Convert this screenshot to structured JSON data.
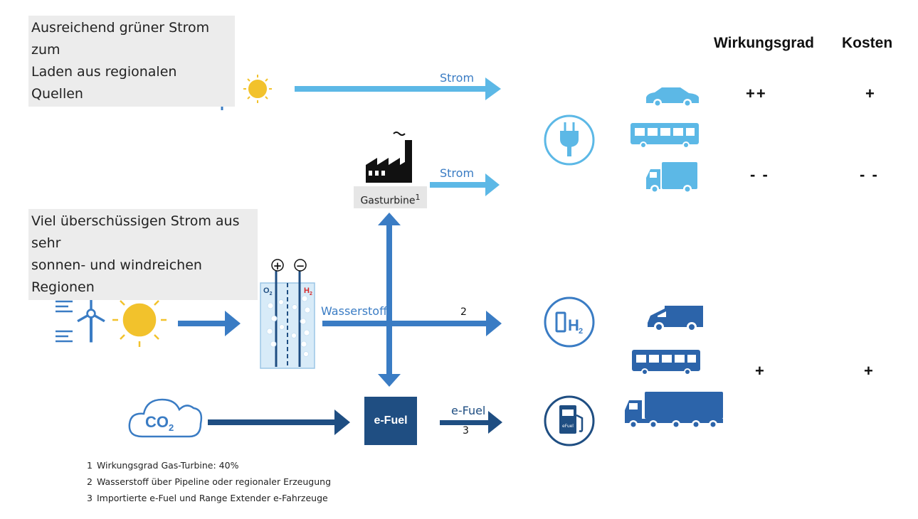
{
  "colors": {
    "light_blue": "#5cb8e6",
    "mid_blue": "#3a7cc4",
    "dark_blue": "#1f4e82",
    "sun": "#f2c22c",
    "box_bg": "#ececec"
  },
  "scenario_top": {
    "text_line1": "Ausreichend grüner Strom zum",
    "text_line2": "Laden aus regionalen Quellen"
  },
  "scenario_bottom": {
    "text_line1": "Viel überschüssigen Strom aus sehr",
    "text_line2": "sonnen- und windreichen Regionen"
  },
  "headers": {
    "efficiency": "Wirkungsgrad",
    "cost": "Kosten"
  },
  "arrows": {
    "strom1": "Strom",
    "strom2": "Strom",
    "wasserstoff": "Wasserstoff",
    "wasserstoff_num": "2",
    "efuel": "e-Fuel",
    "efuel_num": "3"
  },
  "gasturbine": {
    "label": "Gasturbine",
    "footnote": "1"
  },
  "efuel_box": {
    "label": "e-Fuel"
  },
  "co2": {
    "text": "CO",
    "sub": "2"
  },
  "electrolyser": {
    "o2": "O",
    "o2_sub": "2",
    "h2": "H",
    "h2_sub": "2",
    "plus": "+",
    "minus": "−"
  },
  "ratings": {
    "car_efficiency": "++",
    "car_cost": "+",
    "truck_efficiency": "- -",
    "truck_cost": "- -",
    "h2_efficiency": "+",
    "h2_cost": "+"
  },
  "icons": {
    "wind_turbine": "wind-turbine-icon",
    "sun": "sun-icon",
    "factory": "factory-icon",
    "plug": "plug-icon",
    "h2_station": "hydrogen-station-icon",
    "fuel_station": "fuel-station-icon",
    "car": "car-icon",
    "bus": "bus-icon",
    "truck": "truck-icon",
    "van": "van-icon",
    "semi_truck": "semi-truck-icon",
    "fuel_pump_label": "eFuel"
  },
  "footnotes": [
    {
      "num": "1",
      "text": "Wirkungsgrad  Gas-Turbine: 40%"
    },
    {
      "num": "2",
      "text": "Wasserstoff über Pipeline oder regionaler Erzeugung"
    },
    {
      "num": "3",
      "text": "Importierte e-Fuel und Range Extender e-Fahrzeuge"
    }
  ]
}
